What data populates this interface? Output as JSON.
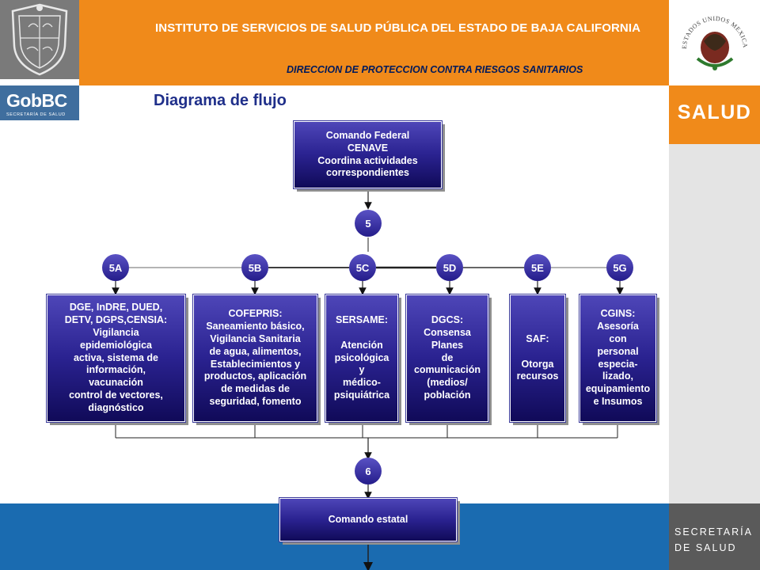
{
  "header": {
    "institute": "INSTITUTO DE SERVICIOS DE SALUD PÚBLICA DEL ESTADO DE BAJA CALIFORNIA",
    "direction": "DIRECCION DE PROTECCION CONTRA RIESGOS SANITARIOS",
    "gob_logo": "GobBC",
    "gob_sub": "SECRETARÍA DE SALUD",
    "salud": "SALUD",
    "secretaria_line1": "SECRETARÍA",
    "secretaria_line2": "DE SALUD",
    "seal_text": "ESTADOS UNIDOS MEXICANOS"
  },
  "title": "Diagrama de flujo",
  "colors": {
    "orange": "#f08a1a",
    "navy": "#1f2f8a",
    "box_dark": "#100a58",
    "blue_band": "#1a6bb0"
  },
  "diagram": {
    "top_box": "Comando Federal\nCENAVE\nCoordina actividades\ncorrespondientes",
    "node_top": "5",
    "nodes": [
      "5A",
      "5B",
      "5C",
      "5D",
      "5E",
      "5G"
    ],
    "boxes": [
      "DGE, InDRE, DUED,\nDETV, DGPS,CENSIA:\nVigilancia\nepidemiológica\nactiva, sistema de\ninformación,\nvacunación\ncontrol de vectores,\ndiagnóstico",
      "COFEPRIS:\nSaneamiento básico,\nVigilancia Sanitaria\nde agua, alimentos,\nEstablecimientos y\nproductos, aplicación\nde medidas de\nseguridad, fomento",
      "SERSAME:\n\nAtención\npsicológica\ny\nmédico-\npsiquiátrica",
      "DGCS:\nConsensa\nPlanes\nde\ncomunicación\n(medios/\npoblación",
      "SAF:\n\nOtorga\nrecursos",
      "CGINS:\nAsesoría\ncon\npersonal\nespecia-\nlizado,\nequipamiento\ne Insumos"
    ],
    "node_bottom": "6",
    "bottom_box": "Comando estatal"
  }
}
